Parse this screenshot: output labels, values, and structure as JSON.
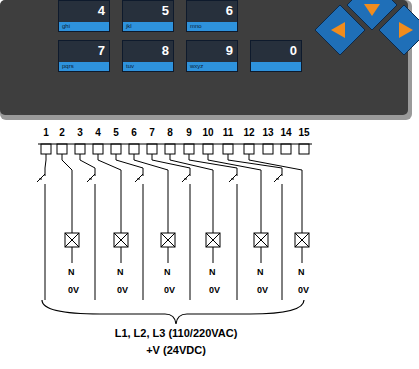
{
  "diagram": {
    "nodes": [
      {
        "text": [
          "4",
          "ghi"
        ]
      },
      {
        "text": [
          "5",
          "jkl"
        ]
      },
      {
        "text": [
          "6",
          "mno"
        ]
      },
      {
        "text": [
          "7",
          "pqrs"
        ]
      },
      {
        "text": [
          "8",
          "tuv"
        ]
      },
      {
        "text": [
          "9",
          "wxyz"
        ]
      },
      {
        "text": [
          "0"
        ]
      }
    ],
    "labels": [
      "1",
      "2",
      "3",
      "4",
      "5",
      "6",
      "7",
      "8",
      "9",
      "10",
      "11",
      "12",
      "13",
      "14",
      "15",
      "N",
      "0V",
      "N",
      "0V",
      "N",
      "0V",
      "N",
      "0V",
      "N",
      "0V",
      "N",
      "0V",
      "L1, L2, L3 (110/220VAC)",
      "+V (24VDC)"
    ]
  }
}
